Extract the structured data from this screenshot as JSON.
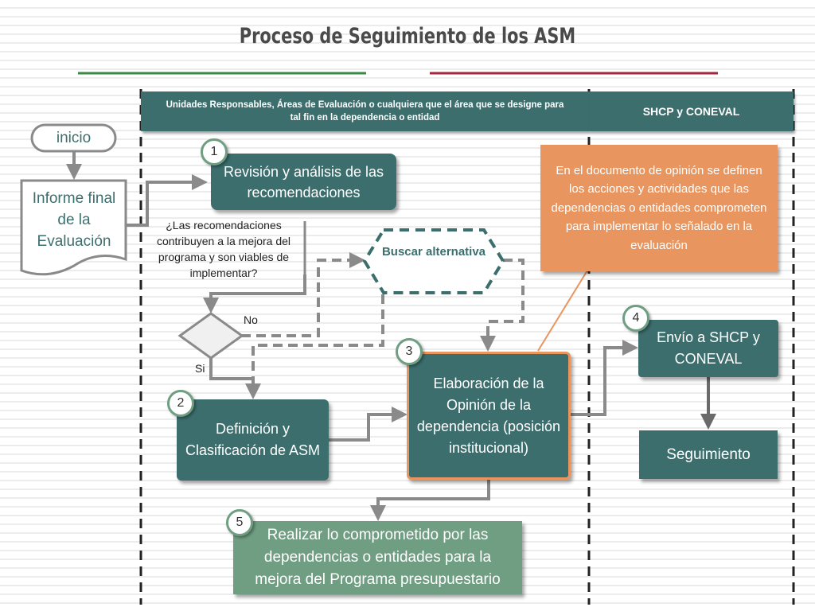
{
  "title": "Proceso de Seguimiento de los ASM",
  "headers": {
    "left": "Unidades Responsables, Áreas de Evaluación o cualquiera que el área que se designe para tal fin en la dependencia o entidad",
    "right": "SHCP y CONEVAL"
  },
  "start": {
    "label": "inicio"
  },
  "report": {
    "label": "Informe final de la Evaluación"
  },
  "question": {
    "label": "¿Las recomendaciones contribuyen a la mejora del programa y son viables de implementar?"
  },
  "decision": {
    "no": "No",
    "si": "Si"
  },
  "alternative": {
    "label": "Buscar alternativa"
  },
  "note": {
    "label": "En el documento de opinión se definen los acciones y actividades que las  dependencias o entidades comprometen para implementar lo señalado en la evaluación"
  },
  "steps": [
    {
      "number": "1",
      "label": "Revisión y análisis de las recomendaciones"
    },
    {
      "number": "2",
      "label": "Definición y Clasificación de ASM"
    },
    {
      "number": "3",
      "label": "Elaboración de la Opinión de la dependencia (posición institucional)"
    },
    {
      "number": "4",
      "label": "Envío a SHCP y CONEVAL"
    },
    {
      "number": "5",
      "label": "Realizar lo comprometido por las dependencias o entidades para la mejora del Programa presupuestario"
    }
  ],
  "follow_up": {
    "label": "Seguimiento"
  },
  "colors": {
    "teal": "#3c6e6e",
    "green": "#6f9e82",
    "orange": "#e8955f",
    "accent_green": "#3a8a45",
    "accent_red": "#a3263c"
  }
}
